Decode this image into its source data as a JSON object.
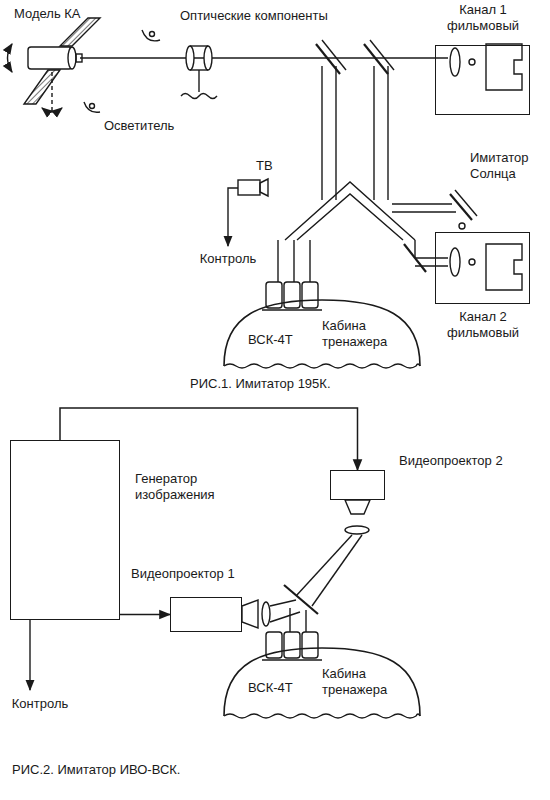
{
  "diagram": {
    "nodes": [
      {
        "text": [
          "Канал 1 фильмовый"
        ]
      },
      {
        "text": [
          "Канал 2 фильмовый"
        ]
      },
      {
        "text": [
          "ВСК-4Т",
          "Кабина тренажера"
        ]
      },
      {
        "text": [
          "Генератор изображения"
        ]
      },
      {
        "text": [
          "Видеопроектор 2"
        ]
      },
      {
        "text": [
          "Видеопроектор 1"
        ]
      },
      {
        "text": [
          "ВСК-4Т",
          "Кабина тренажера"
        ]
      }
    ],
    "edges": [
      {
        "from": 3,
        "to": 4,
        "arrow": "to"
      },
      {
        "from": 3,
        "to": 5,
        "arrow": "to"
      }
    ],
    "labels": [
      "Модель КА",
      "Оптические компоненты",
      "Осветитель",
      "ТВ",
      "Контроль",
      "Имитатор Солнца",
      "РИС.1. Имитатор 195К.",
      "Контроль",
      "РИС.2. Имитатор ИВО-ВСК."
    ]
  }
}
